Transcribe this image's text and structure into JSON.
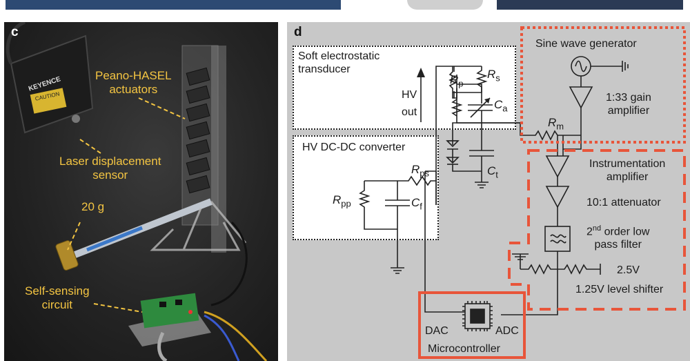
{
  "top_strip": {
    "colors": [
      "#2d4a73",
      "#cfcfcf",
      "#2b3a55"
    ]
  },
  "panel_c": {
    "letter": "c",
    "labels": {
      "peano": [
        "Peano-HASEL",
        "actuators"
      ],
      "laser": [
        "Laser displacement",
        "sensor"
      ],
      "mass": "20 g",
      "circuit": [
        "Self-sensing",
        "circuit"
      ]
    },
    "sensor_brand": "KEYENCE",
    "sensor_caution": "CAUTION",
    "label_color": "#f4c542"
  },
  "panel_d": {
    "letter": "d",
    "blocks": {
      "transducer": [
        "Soft electrostatic",
        "transducer"
      ],
      "converter": "HV DC-DC converter",
      "sine": "Sine wave generator",
      "gain": [
        "1:33 gain",
        "amplifier"
      ],
      "inst": [
        "Instrumentation",
        "amplifier"
      ],
      "atten": "10:1 attenuator",
      "filter": [
        "2",
        "nd",
        " order low",
        "pass filter"
      ],
      "ref": "2.5V",
      "shifter": "1.25V level shifter",
      "mcu": "Microcontroller",
      "dac": "DAC",
      "adc": "ADC",
      "hv": [
        "HV",
        "out"
      ]
    },
    "symbols": {
      "rs": [
        "R",
        "s"
      ],
      "rp": [
        "R",
        "p"
      ],
      "ca": [
        "C",
        "a"
      ],
      "rm": [
        "R",
        "m"
      ],
      "rps": [
        "R",
        "ps"
      ],
      "ct": [
        "C",
        "t"
      ],
      "rpp": [
        "R",
        "pp"
      ],
      "cf": [
        "C",
        "f"
      ]
    },
    "highlight_color": "#e8553a",
    "background": "#c8c8c8"
  }
}
